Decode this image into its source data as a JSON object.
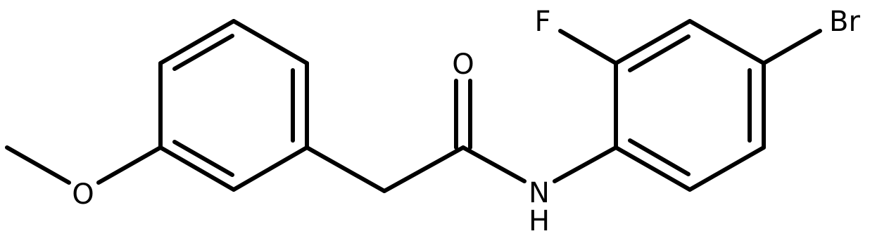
{
  "molecule": {
    "atoms": {
      "oxygen_carbonyl": "O",
      "nitrogen": "N",
      "hydrogen_amide": "H",
      "fluorine": "F",
      "bromine": "Br",
      "oxygen_methoxy": "O"
    },
    "colors": {
      "bond": "#000000",
      "label": "#000000",
      "background": "#ffffff"
    }
  }
}
